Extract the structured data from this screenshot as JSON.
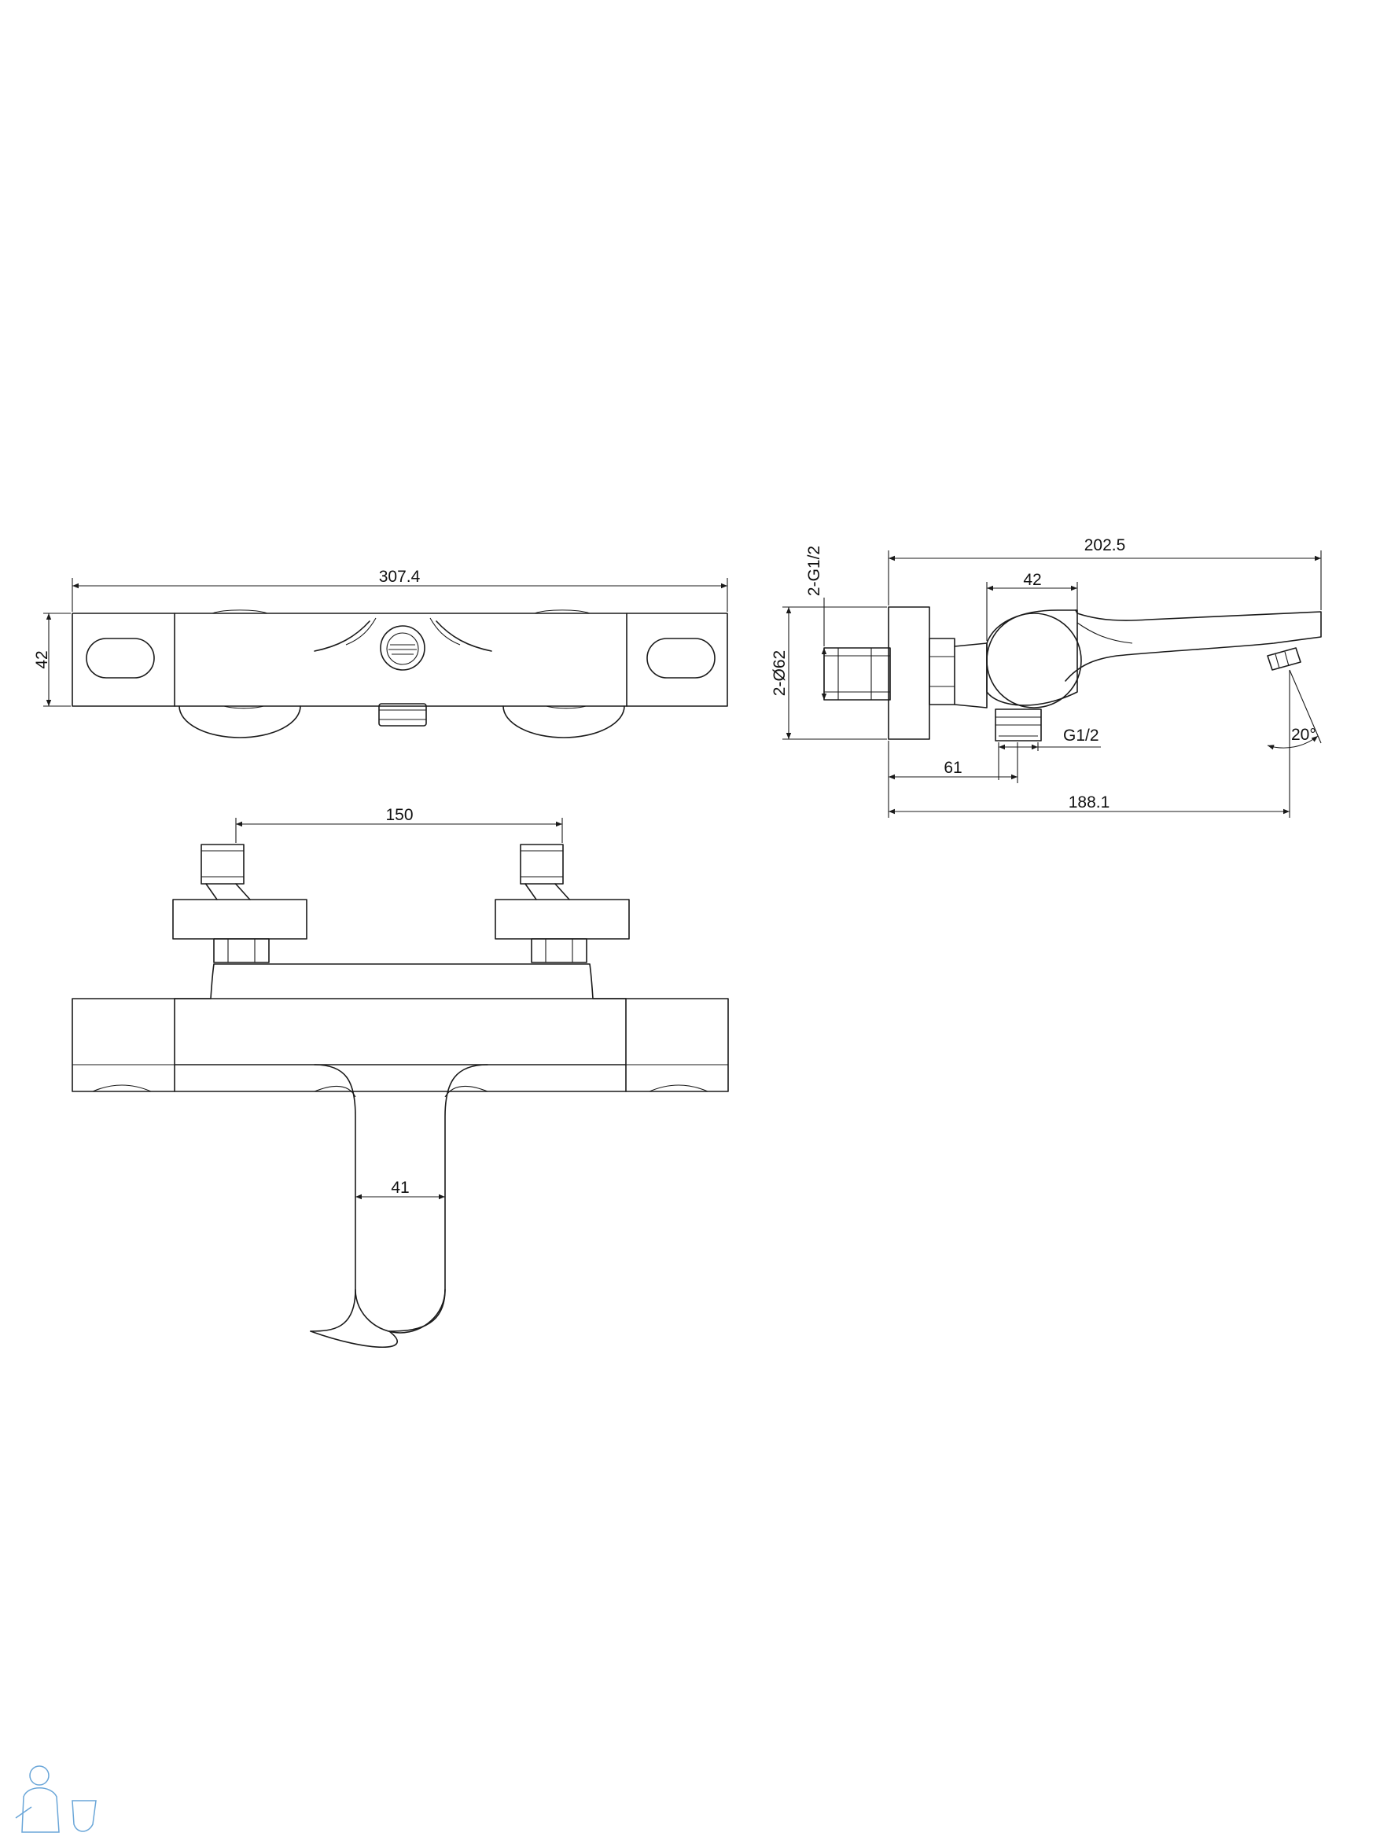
{
  "colors": {
    "line": "#1a1a1a",
    "background": "#ffffff",
    "logo": "#6aa6d8"
  },
  "dimensions": {
    "top_width": "307.4",
    "top_height": "42",
    "side_depth": "202.5",
    "side_handle": "42",
    "side_inlet": "2-G1/2",
    "side_flange": "2-Ø62",
    "side_outlet": "G1/2",
    "side_outlet_offset": "61",
    "side_spout_reach": "188.1",
    "side_angle": "20°",
    "front_centres": "150",
    "front_spout": "41"
  },
  "icons": {
    "logo": "plumber-logo-icon"
  }
}
